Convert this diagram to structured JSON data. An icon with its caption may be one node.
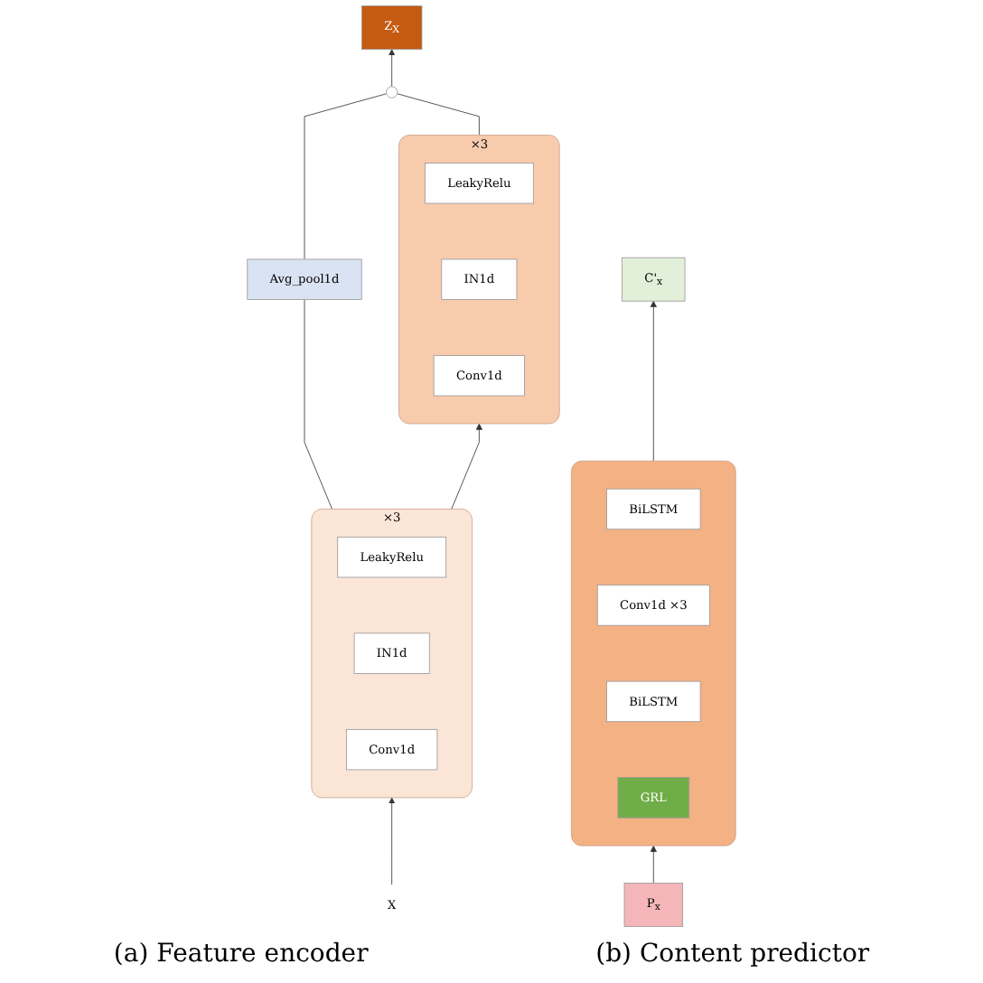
{
  "diagram": {
    "nodes": [
      {
        "text": [
          "Z$_{X}$"
        ]
      },
      {
        "text": [],
        "shape": "circle"
      },
      {
        "text": [],
        "shape": "box",
        "beside": [
          "×3"
        ]
      },
      {
        "text": [
          "LeakyRelu"
        ],
        "in": 2
      },
      {
        "text": [
          "IN1d"
        ],
        "in": 2
      },
      {
        "text": [
          "Conv1d"
        ],
        "in": 2
      },
      {
        "text": [
          "Avg_pool1d"
        ]
      },
      {
        "text": [],
        "shape": "box",
        "beside": [
          "×3"
        ]
      },
      {
        "text": [
          "LeakyRelu"
        ],
        "in": 7
      },
      {
        "text": [
          "IN1d"
        ],
        "in": 7
      },
      {
        "text": [
          "Conv1d"
        ],
        "in": 7
      },
      {
        "text": [
          "X"
        ]
      },
      {
        "text": [
          "C'$_{x}$"
        ]
      },
      {
        "text": [],
        "shape": "box"
      },
      {
        "text": [
          "BiLSTM"
        ],
        "in": 13
      },
      {
        "text": [
          "Conv1d ×3"
        ],
        "in": 13
      },
      {
        "text": [
          "BiLSTM"
        ],
        "in": 13
      },
      {
        "text": [
          "GRL"
        ],
        "in": 13
      },
      {
        "text": [
          "P$_{x}$"
        ]
      }
    ],
    "edges": [
      {
        "from": 11,
        "to": 7,
        "arrow": "to"
      },
      {
        "from": 7,
        "to": 2,
        "arrow": "to"
      },
      {
        "from": 7,
        "to": 6,
        "arrow": "none"
      },
      {
        "from": 6,
        "to": 1,
        "arrow": "none"
      },
      {
        "from": 2,
        "to": 1,
        "arrow": "none"
      },
      {
        "from": 1,
        "to": 0,
        "arrow": "to"
      },
      {
        "from": 18,
        "to": 13,
        "arrow": "to"
      },
      {
        "from": 13,
        "to": 12,
        "arrow": "to"
      }
    ],
    "labels": [
      "(a) Feature encoder",
      "(b) Content predictor"
    ]
  }
}
